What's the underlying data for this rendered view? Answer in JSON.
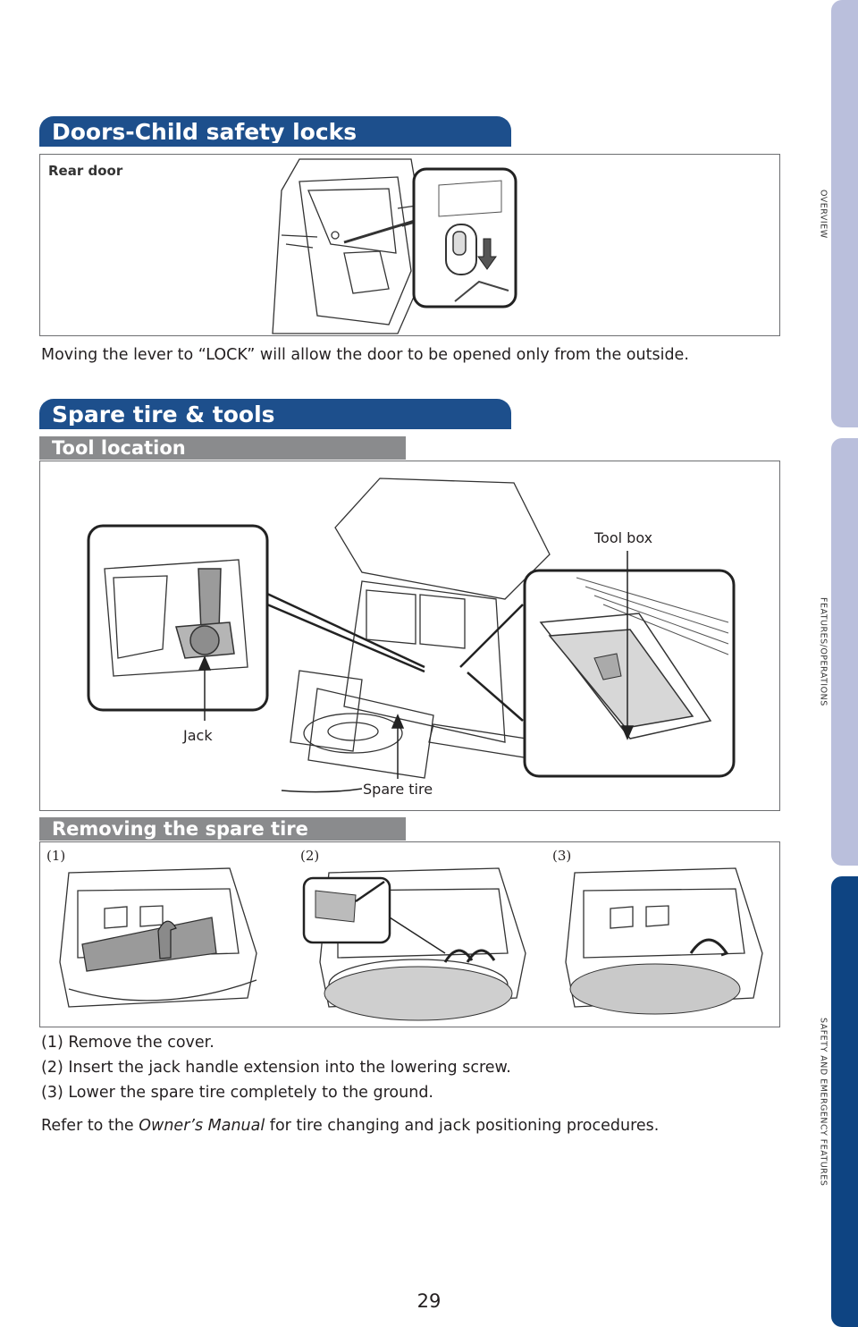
{
  "side_tabs": [
    {
      "label": "OVERVIEW",
      "color": "#babfdc",
      "active": false
    },
    {
      "label": "FEATURES/OPERATIONS",
      "color": "#babfdc",
      "active": false
    },
    {
      "label": "SAFETY AND EMERGENCY FEATURES",
      "color": "#0e4482",
      "active": true
    }
  ],
  "doors": {
    "title": "Doors-Child safety locks",
    "figure_label": "Rear door",
    "caption": "Moving the lever to “LOCK” will allow the door to be opened only from the outside."
  },
  "spare": {
    "title": "Spare tire & tools",
    "tool_location": {
      "heading": "Tool location",
      "labels": {
        "tool_box": "Tool box",
        "jack": "Jack",
        "spare_tire": "Spare tire"
      }
    },
    "removing": {
      "heading": "Removing the spare tire",
      "step_labels": [
        "(1)",
        "(2)",
        "(3)"
      ],
      "steps": [
        "(1) Remove the cover.",
        "(2) Insert the jack handle extension into the lowering screw.",
        "(3) Lower the spare tire completely to the ground."
      ],
      "note_prefix": "Refer to the ",
      "note_italic": "Owner’s Manual",
      "note_suffix": " for tire changing and jack positioning procedures."
    }
  },
  "page_number": "29",
  "colors": {
    "section_blue": "#1d4f8c",
    "sub_gray": "#8a8b8d",
    "tab_light": "#babfdc",
    "tab_dark": "#0e4482"
  }
}
